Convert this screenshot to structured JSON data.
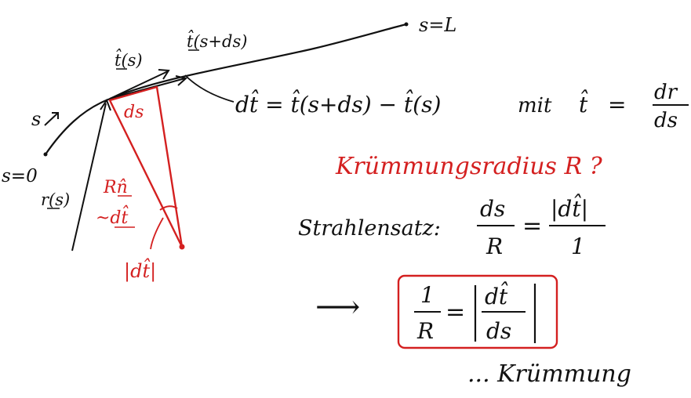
{
  "colors": {
    "ink": "#111111",
    "red": "#d42020",
    "background": "#ffffff"
  },
  "curve": {
    "start_label": "s=0",
    "end_label": "s=L",
    "arc_param_label": "s",
    "position_vector_label": "r(s)"
  },
  "tangents": {
    "t_s": "t̂(s)",
    "t_s_ds": "t̂(s+ds)"
  },
  "definition": {
    "difference": "dt̂ = t̂(s+ds) − t̂(s)",
    "mit": "mit",
    "t_lhs": "t̂",
    "t_equals": "=",
    "t_num": "dr",
    "t_den": "ds"
  },
  "triangle": {
    "ds_label": "ds",
    "radius_label": "Rn̂",
    "approx_label": "~dt̂",
    "abs_label": "|dt̂|"
  },
  "curvature_question": "Krümmungsradius R ?",
  "intercept": {
    "label": "Strahlensatz:",
    "lhs_num": "ds",
    "lhs_den": "R",
    "equals": "=",
    "rhs_num": "|dt̂|",
    "rhs_den": "1"
  },
  "result": {
    "arrow": "⟶",
    "num": "1",
    "den": "R",
    "equals": "=",
    "inner_num": "dt̂",
    "inner_den": "ds"
  },
  "footer_word": "... Krümmung"
}
